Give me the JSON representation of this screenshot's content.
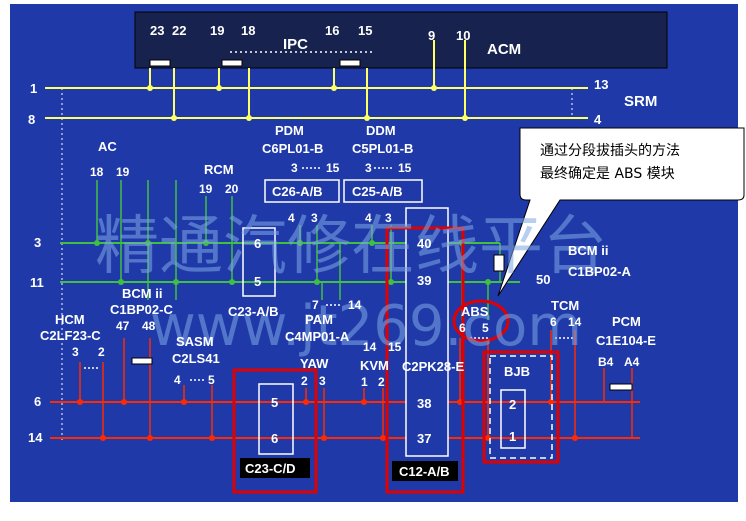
{
  "modules": {
    "ipc": "IPC",
    "acm": "ACM",
    "srm": "SRM",
    "ac": "AC",
    "rcm": "RCM",
    "pdm": "PDM",
    "pdm_code": "C6PL01-B",
    "ddm": "DDM",
    "ddm_code": "C5PL01-B",
    "bcm_ii_left": "BCM ii",
    "bcm_ii_left_code": "C1BP02-C",
    "bcm_ii_right": "BCM ii",
    "bcm_ii_right_code": "C1BP02-A",
    "hcm": "HCM",
    "hcm_code": "C2LF23-C",
    "sasm": "SASM",
    "sasm_code": "C2LS41",
    "pam": "PAM",
    "pam_code": "C4MP01-A",
    "yaw": "YAW",
    "kvm": "KVM",
    "abs": "ABS",
    "abs_code": "C2PK28-E",
    "tcm": "TCM",
    "pcm": "PCM",
    "pcm_code": "C1E104-E",
    "bjb": "BJB"
  },
  "connectors": {
    "c26": "C26-A/B",
    "c25": "C25-A/B",
    "c23ab": "C23-A/B",
    "c23cd": "C23-C/D",
    "c12ab": "C12-A/B"
  },
  "buses": {
    "top_1": "1",
    "top_13": "13",
    "top_8": "8",
    "top_4": "4",
    "can_3": "3",
    "can_11": "11",
    "bot_6": "6",
    "bot_14": "14"
  },
  "pins": {
    "ipc_23": "23",
    "ipc_22": "22",
    "ipc_19": "19",
    "ipc_18": "18",
    "ipc_16": "16",
    "ipc_15": "15",
    "acm_9": "9",
    "acm_10": "10",
    "ac_18": "18",
    "ac_19": "19",
    "rcm_19": "19",
    "rcm_20": "20",
    "pdm_3": "3",
    "pdm_15": "15",
    "ddm_3": "3",
    "ddm_15": "15",
    "c26_4": "4",
    "c26_3": "3",
    "c25_4": "4",
    "c25_3": "3",
    "c23ab_6": "6",
    "c23ab_5": "5",
    "c12_40": "40",
    "c12_39": "39",
    "c12_38": "38",
    "c12_37": "37",
    "pam_7": "7",
    "pam_14": "14",
    "bcm_47": "47",
    "bcm_48": "48",
    "hcm_3": "3",
    "hcm_2": "2",
    "sasm_4": "4",
    "sasm_5": "5",
    "yaw_2": "2",
    "yaw_3": "3",
    "kvm_14": "14",
    "kvm_15": "15",
    "kvm_1": "1",
    "kvm_2": "2",
    "abs_6": "6",
    "abs_5": "5",
    "bcm_r_50": "50",
    "tcm_6": "6",
    "tcm_14": "14",
    "pcm_b4": "B4",
    "pcm_a4": "A4",
    "c23cd_5": "5",
    "c23cd_6": "6",
    "bjb_2": "2",
    "bjb_1": "1"
  },
  "callout": {
    "line1": "通过分段拔插头的方法",
    "line2": "最终确定是 ABS 模块"
  },
  "watermark": {
    "line1": "精通汽修在线平台",
    "line2": "www.jt269.com"
  },
  "colors": {
    "background": "#1f3aa8",
    "ipc_box": "#17234e",
    "bus_yellow": "#ffff66",
    "can_green": "#40c040",
    "bus_red": "#ff2a00",
    "highlight_red": "#e00000"
  }
}
